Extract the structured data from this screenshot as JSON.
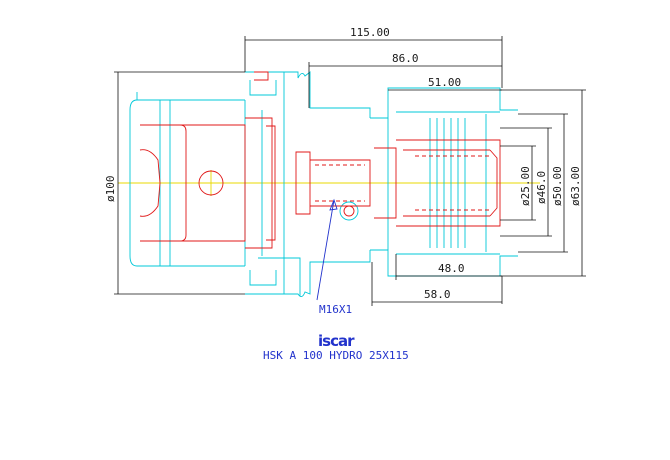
{
  "dimensions": {
    "len_115": "115.00",
    "len_86": "86.0",
    "len_51": "51.00",
    "len_48": "48.0",
    "len_58": "58.0",
    "dia_100": "ø100",
    "dia_25": "ø25.00",
    "dia_46": "ø46.0",
    "dia_50": "ø50.00",
    "dia_63": "ø63.00"
  },
  "callout": {
    "thread": "M16X1"
  },
  "title_block": {
    "logo": "iscar",
    "designation": "HSK A 100 HYDRO 25X115"
  },
  "colors": {
    "dimension": "#111111",
    "outline": "#00c8d8",
    "hidden": "#e01818",
    "centerline": "#e8d800",
    "annotation": "#2233cc"
  }
}
